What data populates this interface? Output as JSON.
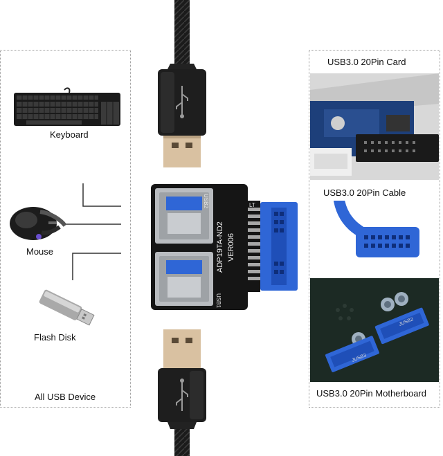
{
  "left_panel": {
    "keyboard_label": "Keyboard",
    "mouse_label": "Mouse",
    "flash_label": "Flash Disk",
    "footer_label": "All USB Device"
  },
  "right_panel": {
    "card_label": "USB3.0 20Pin Card",
    "cable_label": "USB3.0 20Pin Cable",
    "motherboard_label": "USB3.0 20Pin Motherboard"
  },
  "adapter": {
    "model_text": "ADP19TA-ND2",
    "version_text": "VER006",
    "port_top_label": "USB2",
    "port_bottom_label": "USB1",
    "header_label": "LT"
  },
  "motherboard_silk": {
    "header_a": "JUSB2",
    "header_b": "JUSB3"
  },
  "colors": {
    "usb_blue": "#2f66d6",
    "cable_black": "#1b1b1b",
    "pcb_black": "#151515",
    "mb_green": "#1c2a24"
  }
}
